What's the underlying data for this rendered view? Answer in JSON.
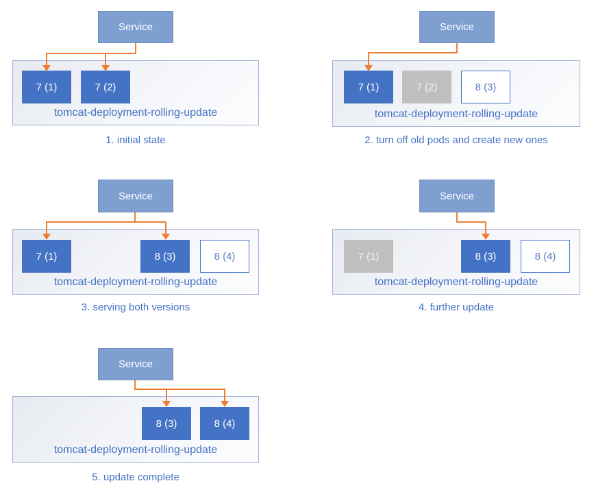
{
  "colors": {
    "pod_active": "#4472C4",
    "pod_inactive": "#BFBFBF",
    "pod_new_border": "#4472C4",
    "service_fill": "#7E9FD0",
    "arrow": "#ED7D31",
    "label_text": "#4472C4"
  },
  "panels": [
    {
      "caption": "1. initial state",
      "service_label": "Service",
      "deployment_label": "tomcat-deployment-rolling-update",
      "pods": [
        {
          "label": "7 (1)",
          "state": "active"
        },
        {
          "label": "7 (2)",
          "state": "active"
        }
      ],
      "service_routes_to": [
        "7 (1)",
        "7 (2)"
      ]
    },
    {
      "caption": "2. turn off old pods and create new ones",
      "service_label": "Service",
      "deployment_label": "tomcat-deployment-rolling-update",
      "pods": [
        {
          "label": "7 (1)",
          "state": "active"
        },
        {
          "label": "7 (2)",
          "state": "inactive"
        },
        {
          "label": "8 (3)",
          "state": "new"
        }
      ],
      "service_routes_to": [
        "7 (1)"
      ]
    },
    {
      "caption": "3. serving both versions",
      "service_label": "Service",
      "deployment_label": "tomcat-deployment-rolling-update",
      "pods": [
        {
          "label": "7 (1)",
          "state": "active"
        },
        {
          "label": "8 (3)",
          "state": "active"
        },
        {
          "label": "8 (4)",
          "state": "new"
        }
      ],
      "service_routes_to": [
        "7 (1)",
        "8 (3)"
      ]
    },
    {
      "caption": "4. further update",
      "service_label": "Service",
      "deployment_label": "tomcat-deployment-rolling-update",
      "pods": [
        {
          "label": "7 (1)",
          "state": "inactive"
        },
        {
          "label": "8 (3)",
          "state": "active"
        },
        {
          "label": "8 (4)",
          "state": "new"
        }
      ],
      "service_routes_to": [
        "8 (3)"
      ]
    },
    {
      "caption": "5. update complete",
      "service_label": "Service",
      "deployment_label": "tomcat-deployment-rolling-update",
      "pods": [
        {
          "label": "8 (3)",
          "state": "active"
        },
        {
          "label": "8 (4)",
          "state": "active"
        }
      ],
      "service_routes_to": [
        "8 (3)",
        "8 (4)"
      ]
    }
  ]
}
